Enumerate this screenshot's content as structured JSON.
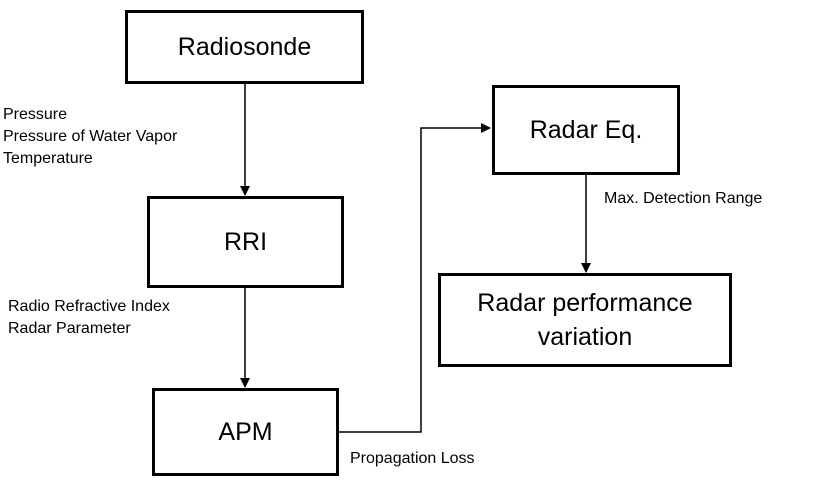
{
  "boxes": {
    "radiosonde": "Radiosonde",
    "rri": "RRI",
    "apm": "APM",
    "radar_eq": "Radar Eq.",
    "performance_line1": "Radar performance",
    "performance_line2": "variation"
  },
  "labels": {
    "radiosonde_to_rri": [
      "Pressure",
      "Pressure of Water Vapor",
      "Temperature"
    ],
    "rri_to_apm": [
      "Radio Refractive Index",
      "Radar Parameter"
    ],
    "apm_to_radar_eq": "Propagation Loss",
    "radar_eq_to_performance": "Max. Detection Range"
  }
}
